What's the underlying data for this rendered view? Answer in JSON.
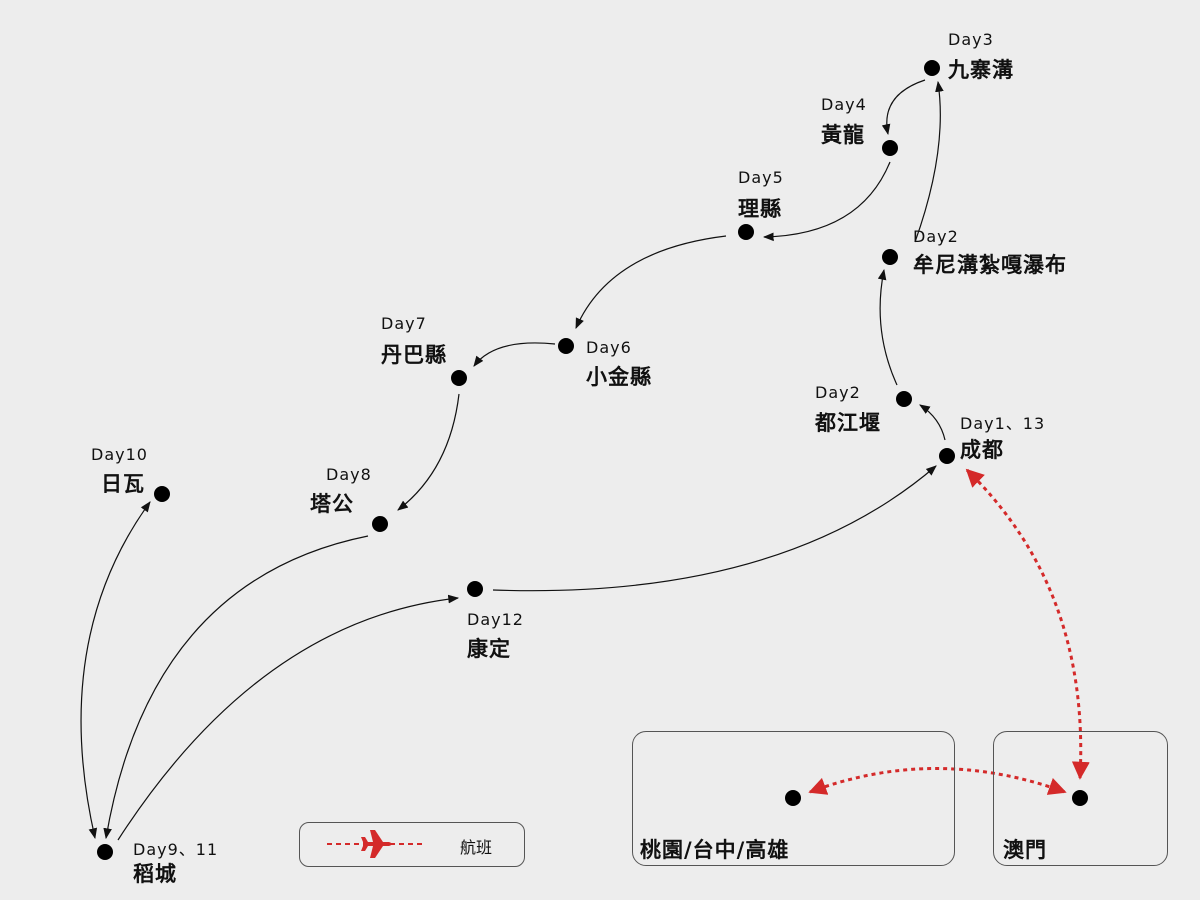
{
  "colors": {
    "background": "#ededed",
    "route": "#111111",
    "flight": "#d42a2a"
  },
  "stops": [
    {
      "id": "jiuzhaigou",
      "day": "Day3",
      "name": "九寨溝"
    },
    {
      "id": "huanglong",
      "day": "Day4",
      "name": "黃龍"
    },
    {
      "id": "lixian",
      "day": "Day5",
      "name": "理縣"
    },
    {
      "id": "munigou",
      "day": "Day2",
      "name": "牟尼溝紮嘎瀑布"
    },
    {
      "id": "xiaojin",
      "day": "Day6",
      "name": "小金縣"
    },
    {
      "id": "danba",
      "day": "Day7",
      "name": "丹巴縣"
    },
    {
      "id": "dujiangyan",
      "day": "Day2",
      "name": "都江堰"
    },
    {
      "id": "chengdu",
      "day": "Day1、13",
      "name": "成都"
    },
    {
      "id": "riwa",
      "day": "Day10",
      "name": "日瓦"
    },
    {
      "id": "tagong",
      "day": "Day8",
      "name": "塔公"
    },
    {
      "id": "kangding",
      "day": "Day12",
      "name": "康定"
    },
    {
      "id": "daocheng",
      "day": "Day9、11",
      "name": "稻城"
    }
  ],
  "airports": {
    "taiwan": "桃園/台中/高雄",
    "macau": "澳門"
  },
  "legend": {
    "label": "航班",
    "icon": "airplane-icon"
  }
}
